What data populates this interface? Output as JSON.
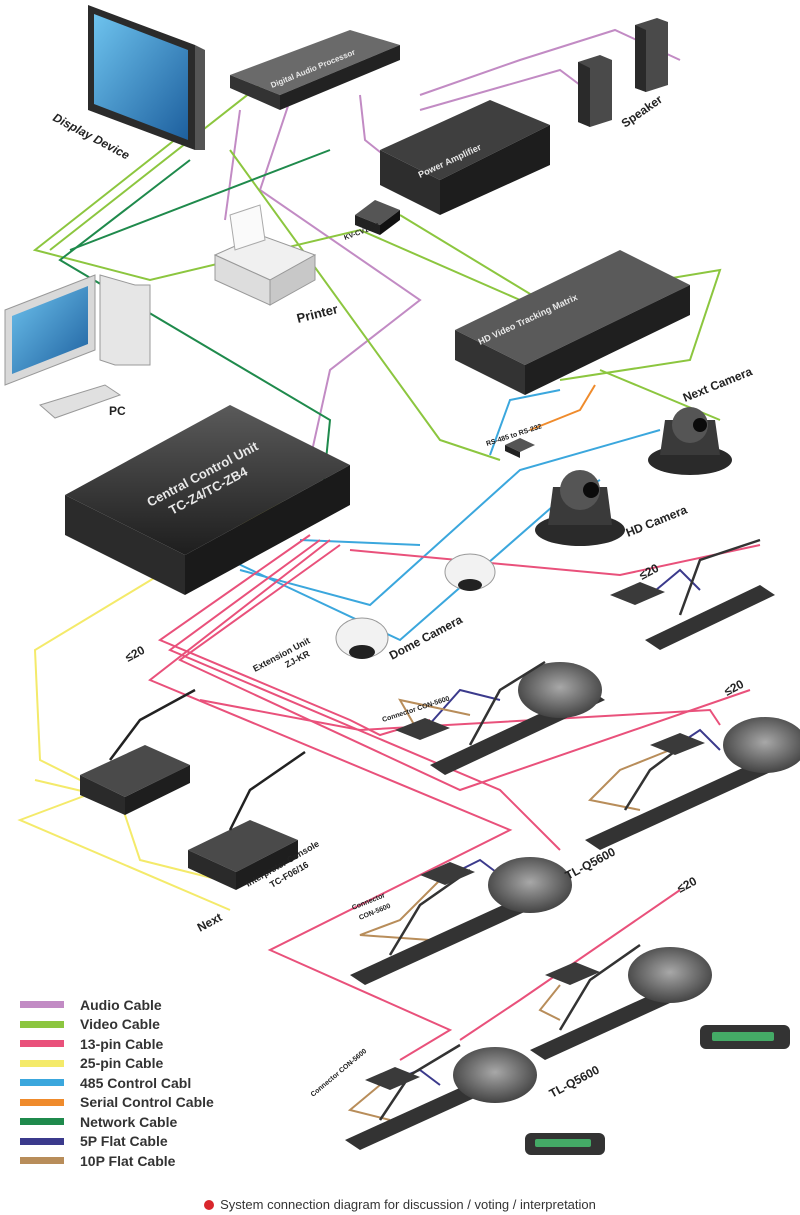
{
  "devices": {
    "display": "Display Device",
    "dap": "Digital Audio Processor",
    "amp": "Power Amplifier",
    "speaker": "Speaker",
    "cv": "KV-CV1985",
    "printer": "Printer",
    "matrix": "HD Video Tracking Matrix",
    "pc": "PC",
    "ccu1": "Central Control Unit",
    "ccu2": "TC-Z4/TC-ZB4",
    "rs485": "RS-485 to RS-232",
    "next_camera": "Next Camera",
    "hd_camera": "HD Camera",
    "ext1": "Extension Unit",
    "ext2": "ZJ-KR",
    "dome": "Dome Camera",
    "console1": "Interpreter Console",
    "console2": "TC-F06/16",
    "next": "Next",
    "limit": "≤20",
    "connector_a": "Connector CON-5600",
    "connector_b1": "Connector",
    "connector_b2": "CON-5600",
    "connector_c": "Connector CON-5600",
    "tl_a": "TL-Q5600",
    "tl_b": "TL-Q5600"
  },
  "legend": [
    {
      "label": "Audio Cable",
      "color": "#c28bc4"
    },
    {
      "label": "Video Cable",
      "color": "#8cc63f"
    },
    {
      "label": "13-pin Cable",
      "color": "#e9517b"
    },
    {
      "label": "25-pin Cable",
      "color": "#f4ea6a"
    },
    {
      "label": "485 Control Cabl",
      "color": "#3ba7dd"
    },
    {
      "label": "Serial Control Cable",
      "color": "#ef8b2c"
    },
    {
      "label": "Network Cable",
      "color": "#1f8a4c"
    },
    {
      "label": "5P Flat Cable",
      "color": "#3b3a8c"
    },
    {
      "label": "10P Flat Cable",
      "color": "#b88d5a"
    }
  ],
  "caption": "System connection diagram for discussion / voting / interpretation"
}
